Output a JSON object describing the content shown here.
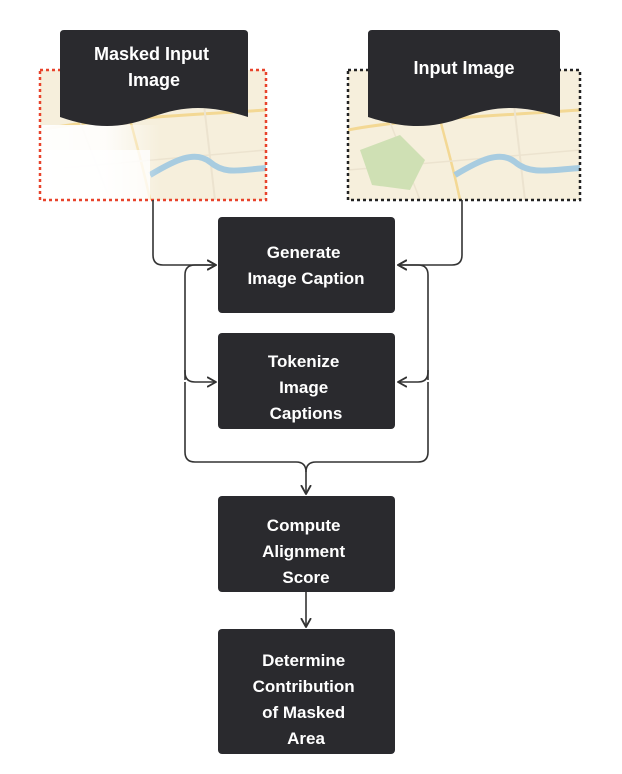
{
  "documents": {
    "masked_input": {
      "label_lines": [
        "Masked Input",
        "Image"
      ],
      "border_color": "#e8432b"
    },
    "input": {
      "label_lines": [
        "Input Image"
      ],
      "border_color": "#222222"
    }
  },
  "steps": [
    {
      "label_lines": [
        "Generate",
        "Image Caption"
      ]
    },
    {
      "label_lines": [
        "Tokenize",
        "Image",
        "Captions"
      ]
    },
    {
      "label_lines": [
        "Compute",
        "Alignment",
        "Score"
      ]
    },
    {
      "label_lines": [
        "Determine",
        "Contribution",
        "of Masked",
        "Area"
      ]
    }
  ],
  "colors": {
    "box_fill": "#2a2a2e",
    "box_text": "#ffffff",
    "connector": "#333333",
    "map_background": "#f6efdc",
    "map_river": "#a8cce0",
    "map_park": "#cfe0b4",
    "map_road": "#f3d894",
    "mask_overlay": "#ffffff"
  }
}
